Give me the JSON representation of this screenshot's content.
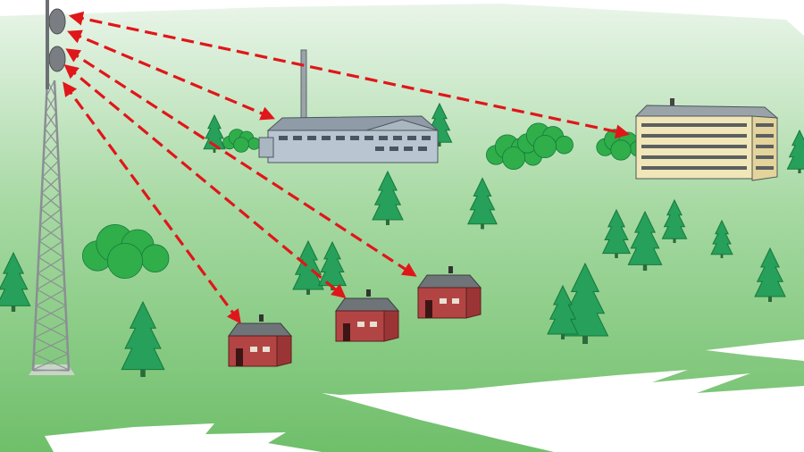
{
  "colors": {
    "ground_top": "#e9f5e9",
    "ground_mid": "#a7d9a3",
    "ground_bottom": "#6fbf6a",
    "snow": "#ffffff",
    "link": "#e0161a",
    "tree": "#26a05a",
    "tree_dark": "#167a3c",
    "bush": "#2fae4a",
    "factory_wall": "#b9c6d2",
    "factory_roof": "#8f9ba6",
    "apartment_wall": "#f1e6b8",
    "apartment_roof": "#9aa3a8",
    "house_wall": "#b34444",
    "house_roof": "#6e7478",
    "tower": "#8b8f93",
    "antenna": "#6b6f73"
  },
  "nodes": [
    {
      "id": "tower",
      "kind": "radio-tower"
    },
    {
      "id": "factory",
      "kind": "factory"
    },
    {
      "id": "apartment",
      "kind": "apartment-building"
    },
    {
      "id": "house1",
      "kind": "house"
    },
    {
      "id": "house2",
      "kind": "house"
    },
    {
      "id": "house3",
      "kind": "house"
    }
  ],
  "links": [
    {
      "from": "tower",
      "to": "apartment",
      "style": "dashed",
      "arrows": "both"
    },
    {
      "from": "tower",
      "to": "factory",
      "style": "dashed",
      "arrows": "both"
    },
    {
      "from": "tower",
      "to": "house3",
      "style": "dashed",
      "arrows": "both"
    },
    {
      "from": "tower",
      "to": "house2",
      "style": "dashed",
      "arrows": "both"
    },
    {
      "from": "tower",
      "to": "house1",
      "style": "dashed",
      "arrows": "both"
    }
  ]
}
